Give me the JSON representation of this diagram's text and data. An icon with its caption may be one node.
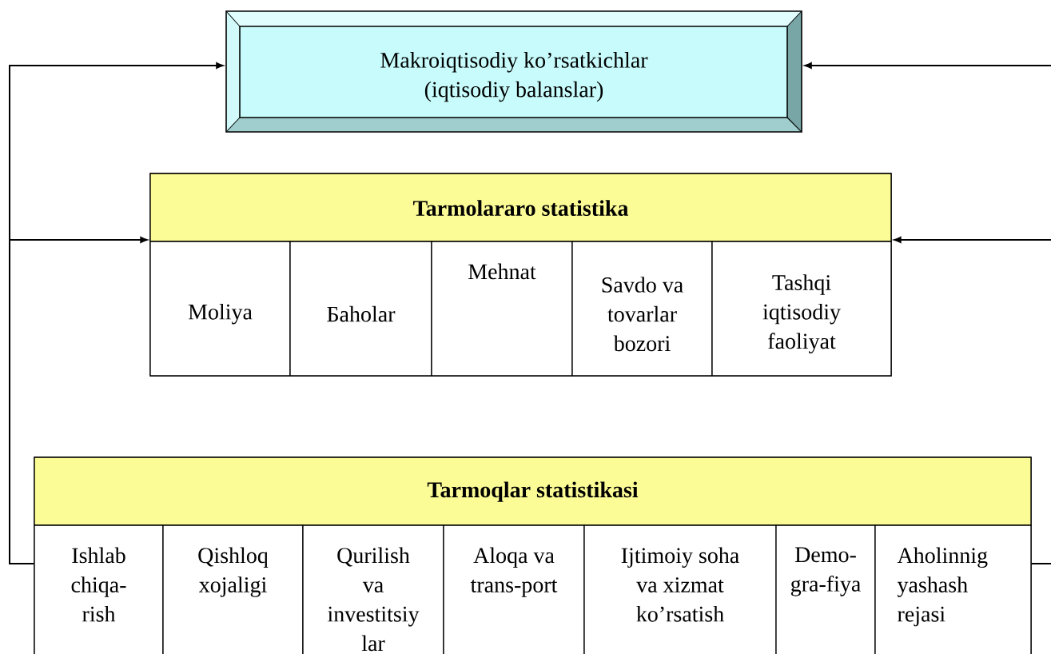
{
  "diagram": {
    "nodes": [
      {
        "text": [
          "Makroiqtisodiy ko’rsatkichlar (iqtisodiy balanslar)"
        ]
      },
      {
        "text": [
          "Tarmolararo statistika"
        ]
      },
      {
        "text": [
          "Moliya"
        ],
        "in": 1
      },
      {
        "text": [
          "Бaholar"
        ],
        "in": 1
      },
      {
        "text": [
          "Mehnat"
        ],
        "in": 1
      },
      {
        "text": [
          "Savdo va tovarlar bozori"
        ],
        "in": 1
      },
      {
        "text": [
          "Tashqi iqtisodiy faoliyat"
        ],
        "in": 1
      },
      {
        "text": [
          "Tarmoqlar statistikasi"
        ]
      },
      {
        "text": [
          "Ishlab chiqa-rish"
        ],
        "in": 7
      },
      {
        "text": [
          "Qishloq xojaligi"
        ],
        "in": 7
      },
      {
        "text": [
          "Qurilish va investitsiy lar"
        ],
        "in": 7
      },
      {
        "text": [
          "Aloqa va trans-port"
        ],
        "in": 7
      },
      {
        "text": [
          "Ijtimoiy soha va xizmat ko’rsatish"
        ],
        "in": 7
      },
      {
        "text": [
          "Demo-gra-fiya"
        ],
        "in": 7
      },
      {
        "text": [
          "Aholinnig yashash rejasi"
        ],
        "in": 7
      }
    ],
    "edges": [
      {
        "from": 7,
        "to": 0,
        "arrow": "to"
      },
      {
        "from": 7,
        "to": 1,
        "arrow": "to"
      },
      {
        "from": 7,
        "to": 0,
        "arrow": "to"
      },
      {
        "from": 7,
        "to": 1,
        "arrow": "to"
      }
    ]
  }
}
